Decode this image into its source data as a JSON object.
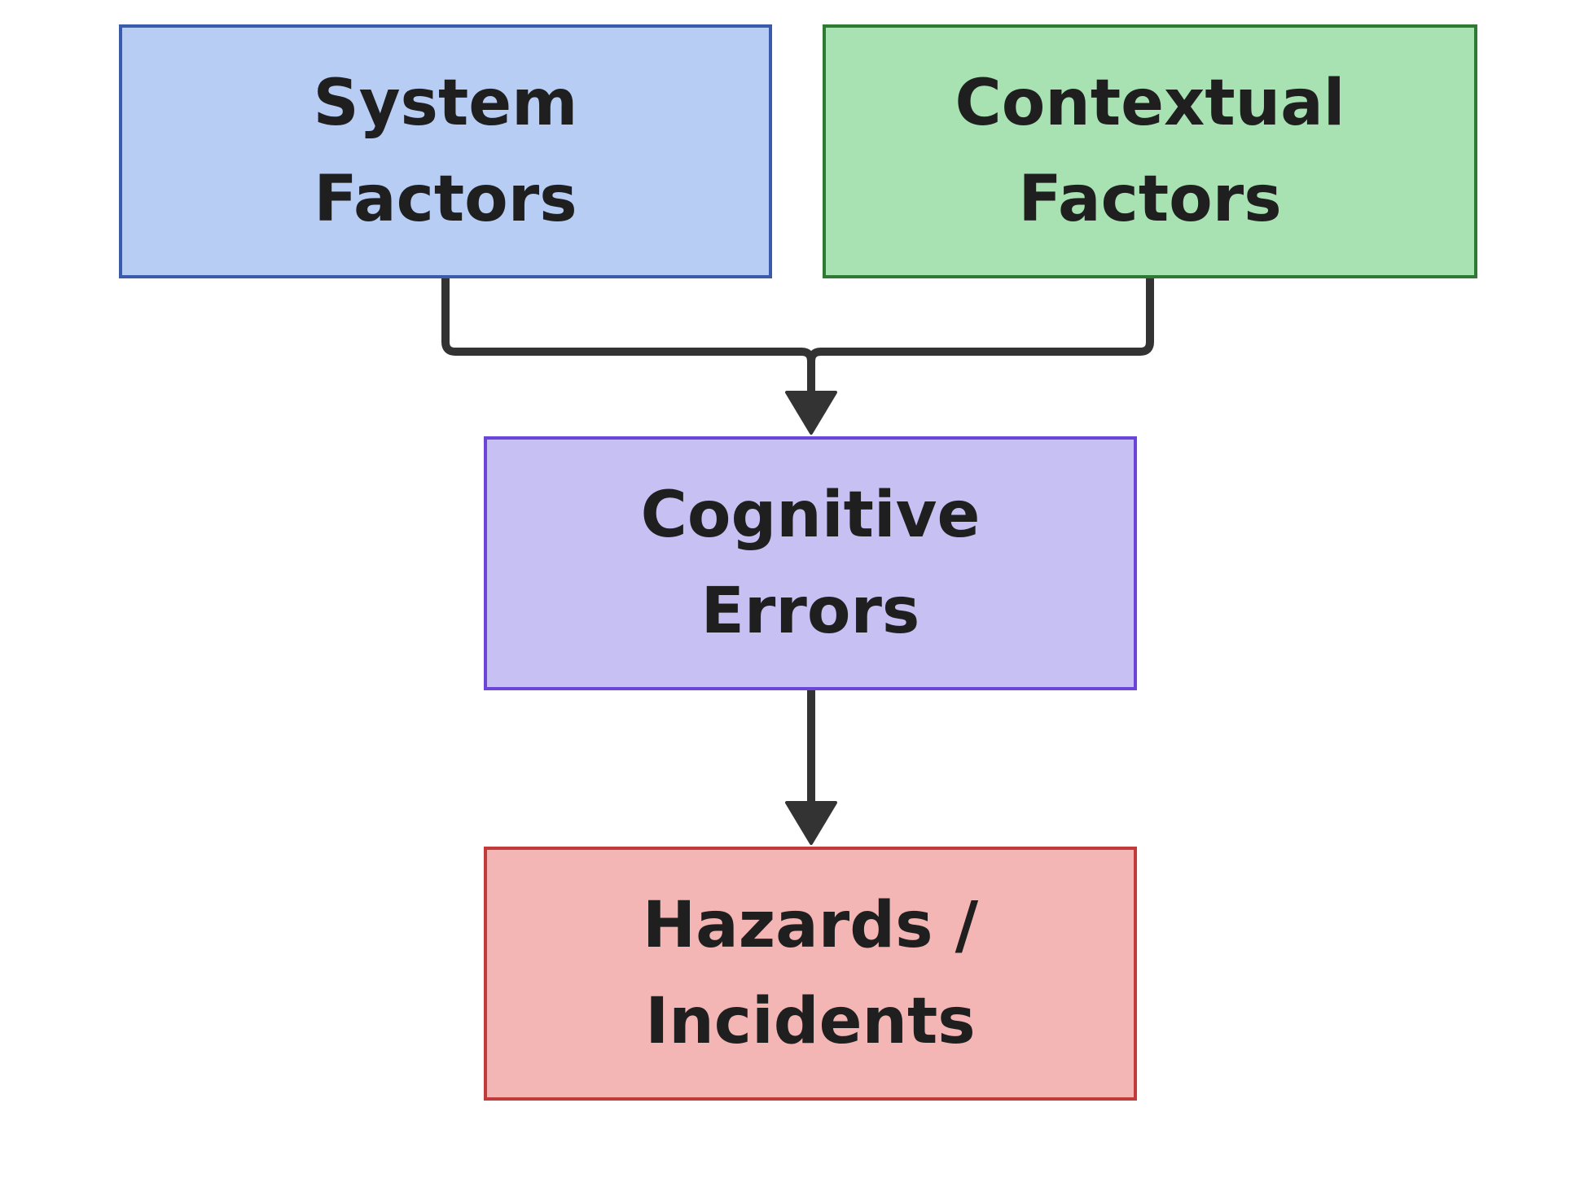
{
  "nodes": {
    "system_factors": {
      "label_line1": "System",
      "label_line2": "Factors",
      "fill": "#b8cdf4",
      "border": "#3a5bab"
    },
    "contextual_factors": {
      "label_line1": "Contextual",
      "label_line2": "Factors",
      "fill": "#a8e2b2",
      "border": "#2f7a33"
    },
    "cognitive_errors": {
      "label_line1": "Cognitive",
      "label_line2": "Errors",
      "fill": "#c7c0f2",
      "border": "#6a45d8"
    },
    "hazards_incidents": {
      "label_line1": "Hazards /",
      "label_line2": "Incidents",
      "fill": "#f4b5b5",
      "border": "#c23b3b"
    }
  },
  "edges": [
    {
      "from": "System Factors",
      "to": "Cognitive Errors"
    },
    {
      "from": "Contextual Factors",
      "to": "Cognitive Errors"
    },
    {
      "from": "Cognitive Errors",
      "to": "Hazards / Incidents"
    }
  ],
  "colors": {
    "edge": "#333333"
  }
}
